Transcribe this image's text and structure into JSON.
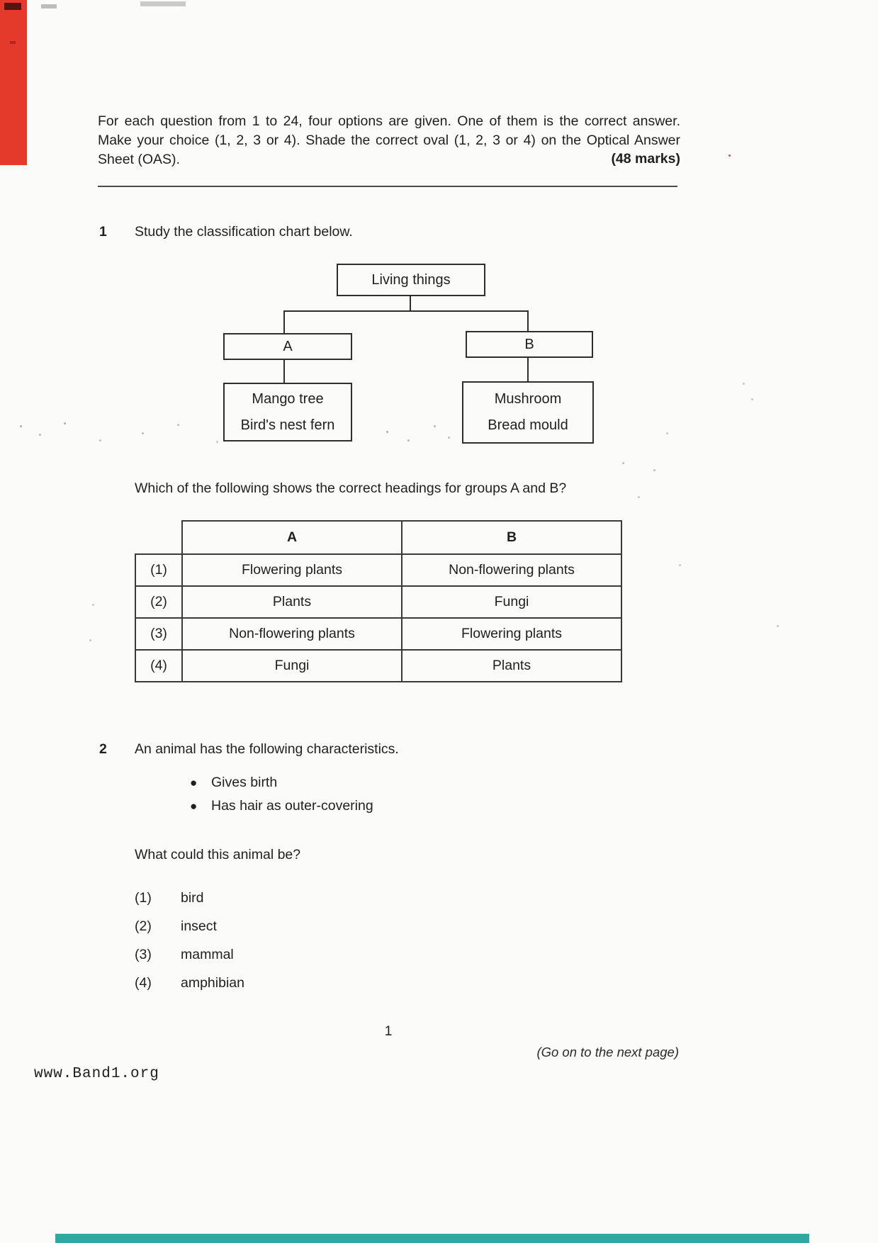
{
  "instructions": {
    "text": "For each question from 1 to 24, four options are given. One of them is the correct answer. Make your choice (1, 2, 3 or 4). Shade the correct oval (1, 2, 3 or 4) on the Optical Answer Sheet (OAS).",
    "marks": "(48 marks)"
  },
  "question1": {
    "number": "1",
    "prompt": "Study the classification chart below.",
    "chart": {
      "root": "Living things",
      "group_a_label": "A",
      "group_b_label": "B",
      "group_a_items": [
        "Mango tree",
        "Bird's nest fern"
      ],
      "group_b_items": [
        "Mushroom",
        "Bread mould"
      ]
    },
    "question": "Which of the following shows the correct headings for groups A and B?",
    "table": {
      "col_a": "A",
      "col_b": "B",
      "rows": [
        {
          "num": "(1)",
          "a": "Flowering plants",
          "b": "Non-flowering plants"
        },
        {
          "num": "(2)",
          "a": "Plants",
          "b": "Fungi"
        },
        {
          "num": "(3)",
          "a": "Non-flowering plants",
          "b": "Flowering plants"
        },
        {
          "num": "(4)",
          "a": "Fungi",
          "b": "Plants"
        }
      ]
    }
  },
  "question2": {
    "number": "2",
    "prompt": "An animal has the following characteristics.",
    "bullets": [
      "Gives birth",
      "Has hair as outer-covering"
    ],
    "question": "What could this animal be?",
    "options": [
      {
        "num": "(1)",
        "label": "bird"
      },
      {
        "num": "(2)",
        "label": "insect"
      },
      {
        "num": "(3)",
        "label": "mammal"
      },
      {
        "num": "(4)",
        "label": "amphibian"
      }
    ]
  },
  "footer": {
    "page_number": "1",
    "go_on": "(Go on to the next page)",
    "website": "www.Band1.org"
  }
}
